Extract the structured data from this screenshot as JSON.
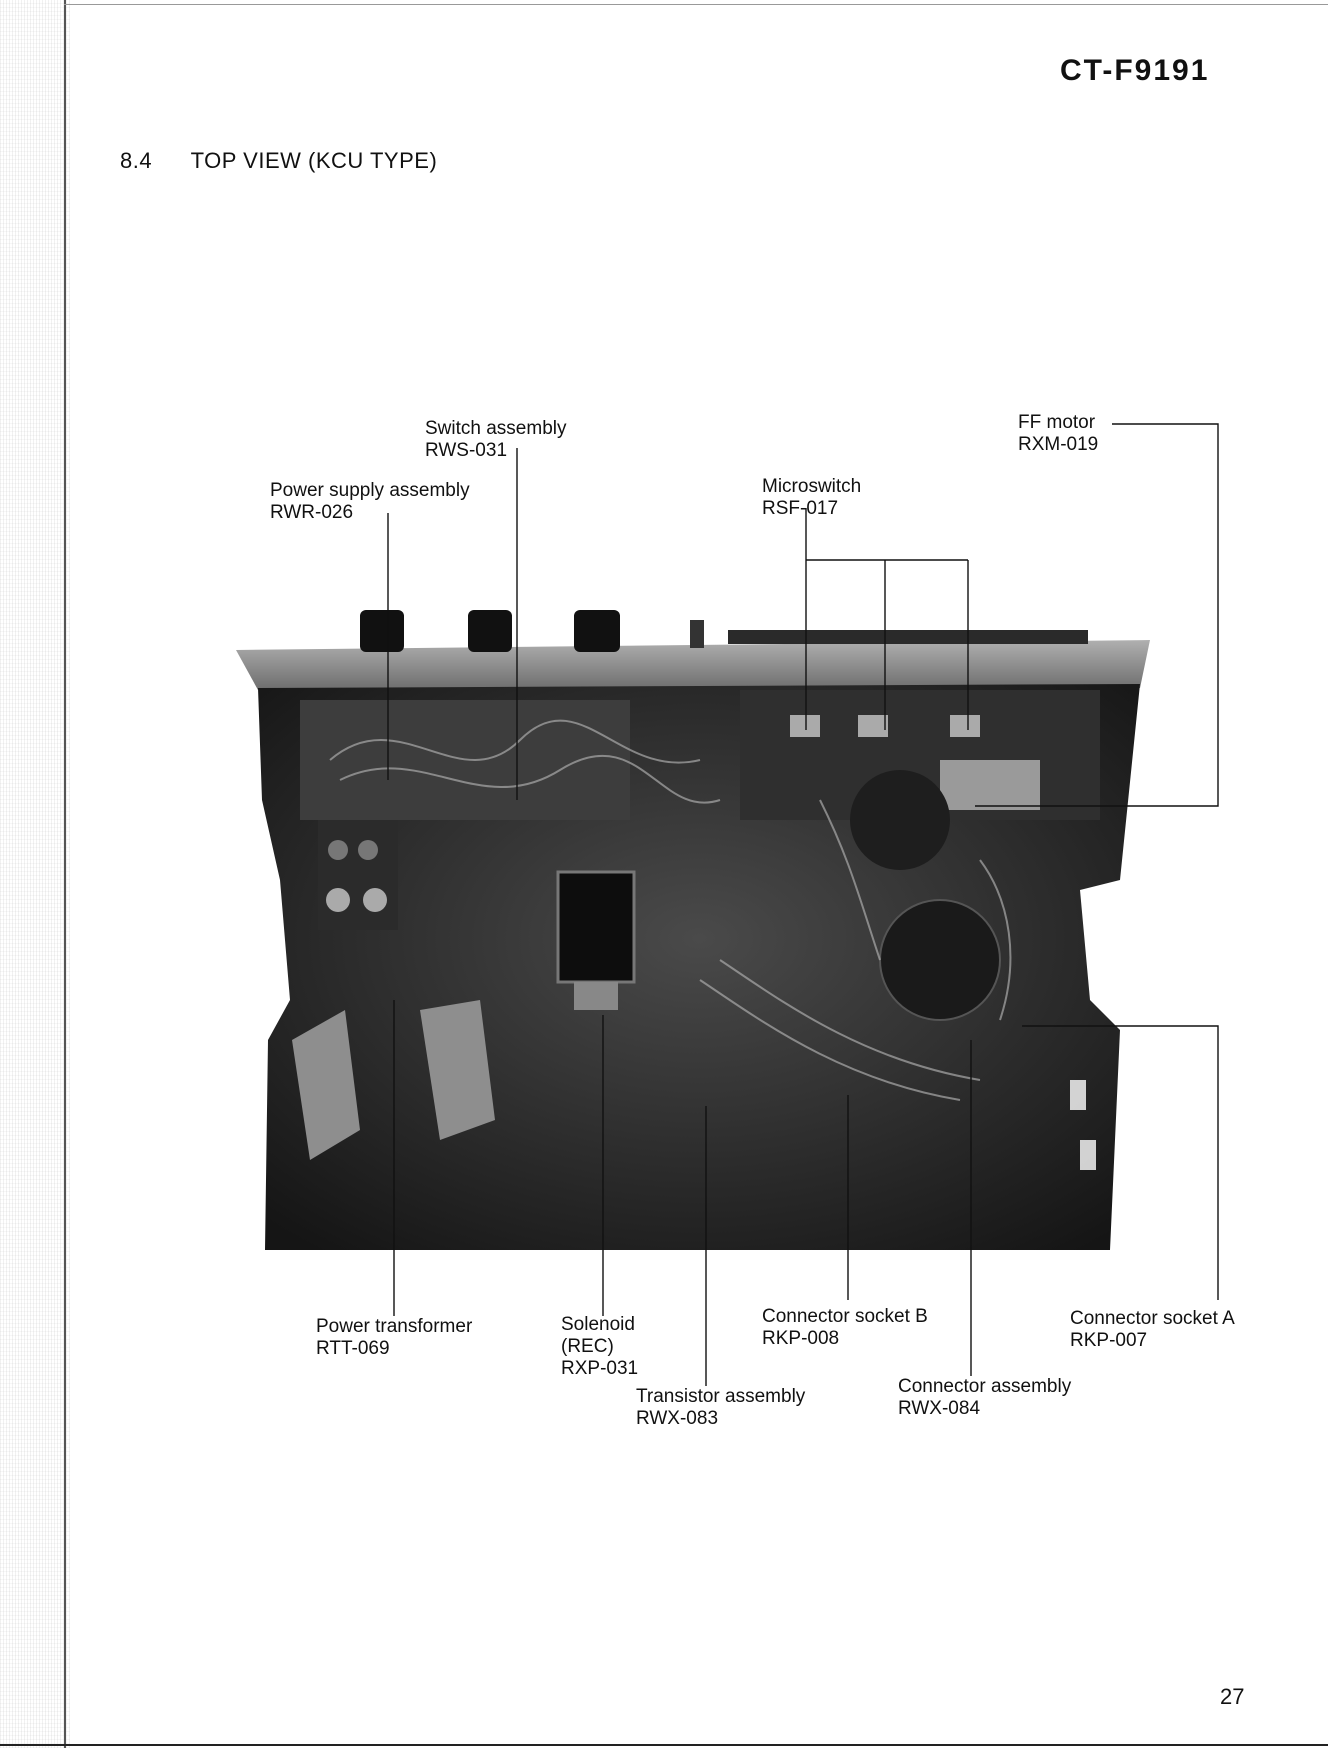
{
  "header": {
    "model": "CT-F9191"
  },
  "section": {
    "number": "8.4",
    "title": "TOP VIEW (KCU TYPE)"
  },
  "callouts": {
    "switch_assembly": {
      "name": "Switch assembly",
      "part": "RWS-031"
    },
    "power_supply_assembly": {
      "name": "Power supply assembly",
      "part": "RWR-026"
    },
    "microswitch": {
      "name": "Microswitch",
      "part": "RSF-017"
    },
    "ff_motor": {
      "name": "FF motor",
      "part": "RXM-019"
    },
    "power_transformer": {
      "name": "Power transformer",
      "part": "RTT-069"
    },
    "solenoid": {
      "name": "Solenoid",
      "sub": "(REC)",
      "part": "RXP-031"
    },
    "transistor_assembly": {
      "name": "Transistor assembly",
      "part": "RWX-083"
    },
    "connector_socket_b": {
      "name": "Connector socket B",
      "part": "RKP-008"
    },
    "connector_assembly": {
      "name": "Connector assembly",
      "part": "RWX-084"
    },
    "connector_socket_a": {
      "name": "Connector socket A",
      "part": "RKP-007"
    }
  },
  "footer": {
    "page": "27"
  },
  "colors": {
    "chassis_dark": "#1a1a1a",
    "panel_metal": "#8a8a8a",
    "ink": "#111111"
  }
}
